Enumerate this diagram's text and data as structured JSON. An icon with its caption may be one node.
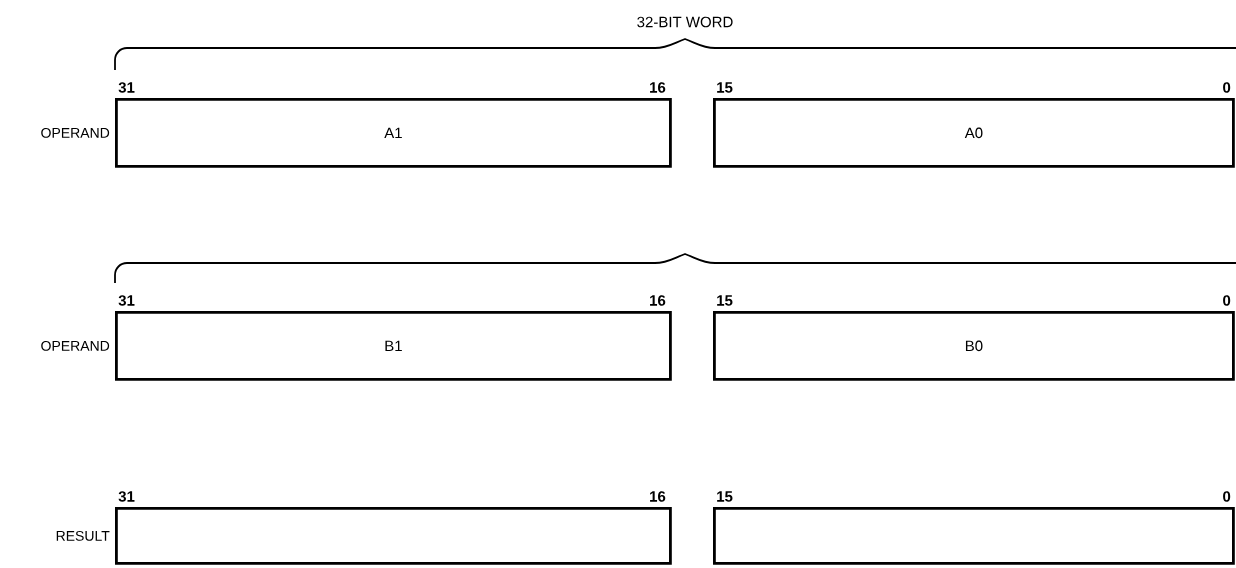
{
  "diagram": {
    "nodes": [
      {
        "text": [
          "A1"
        ],
        "beside": [
          "OPERAND"
        ]
      },
      {
        "text": [
          "A0"
        ]
      },
      {
        "text": [
          "B1"
        ],
        "beside": [
          "OPERAND"
        ]
      },
      {
        "text": [
          "B0"
        ]
      },
      {
        "text": [],
        "shape": "box",
        "beside": [
          "RESULT"
        ]
      },
      {
        "text": [],
        "shape": "box"
      }
    ],
    "edges": [],
    "labels": [
      "32-BIT WORD",
      "31",
      "16",
      "15",
      "0",
      "31",
      "16",
      "15",
      "0",
      "31",
      "16",
      "15",
      "0"
    ]
  }
}
